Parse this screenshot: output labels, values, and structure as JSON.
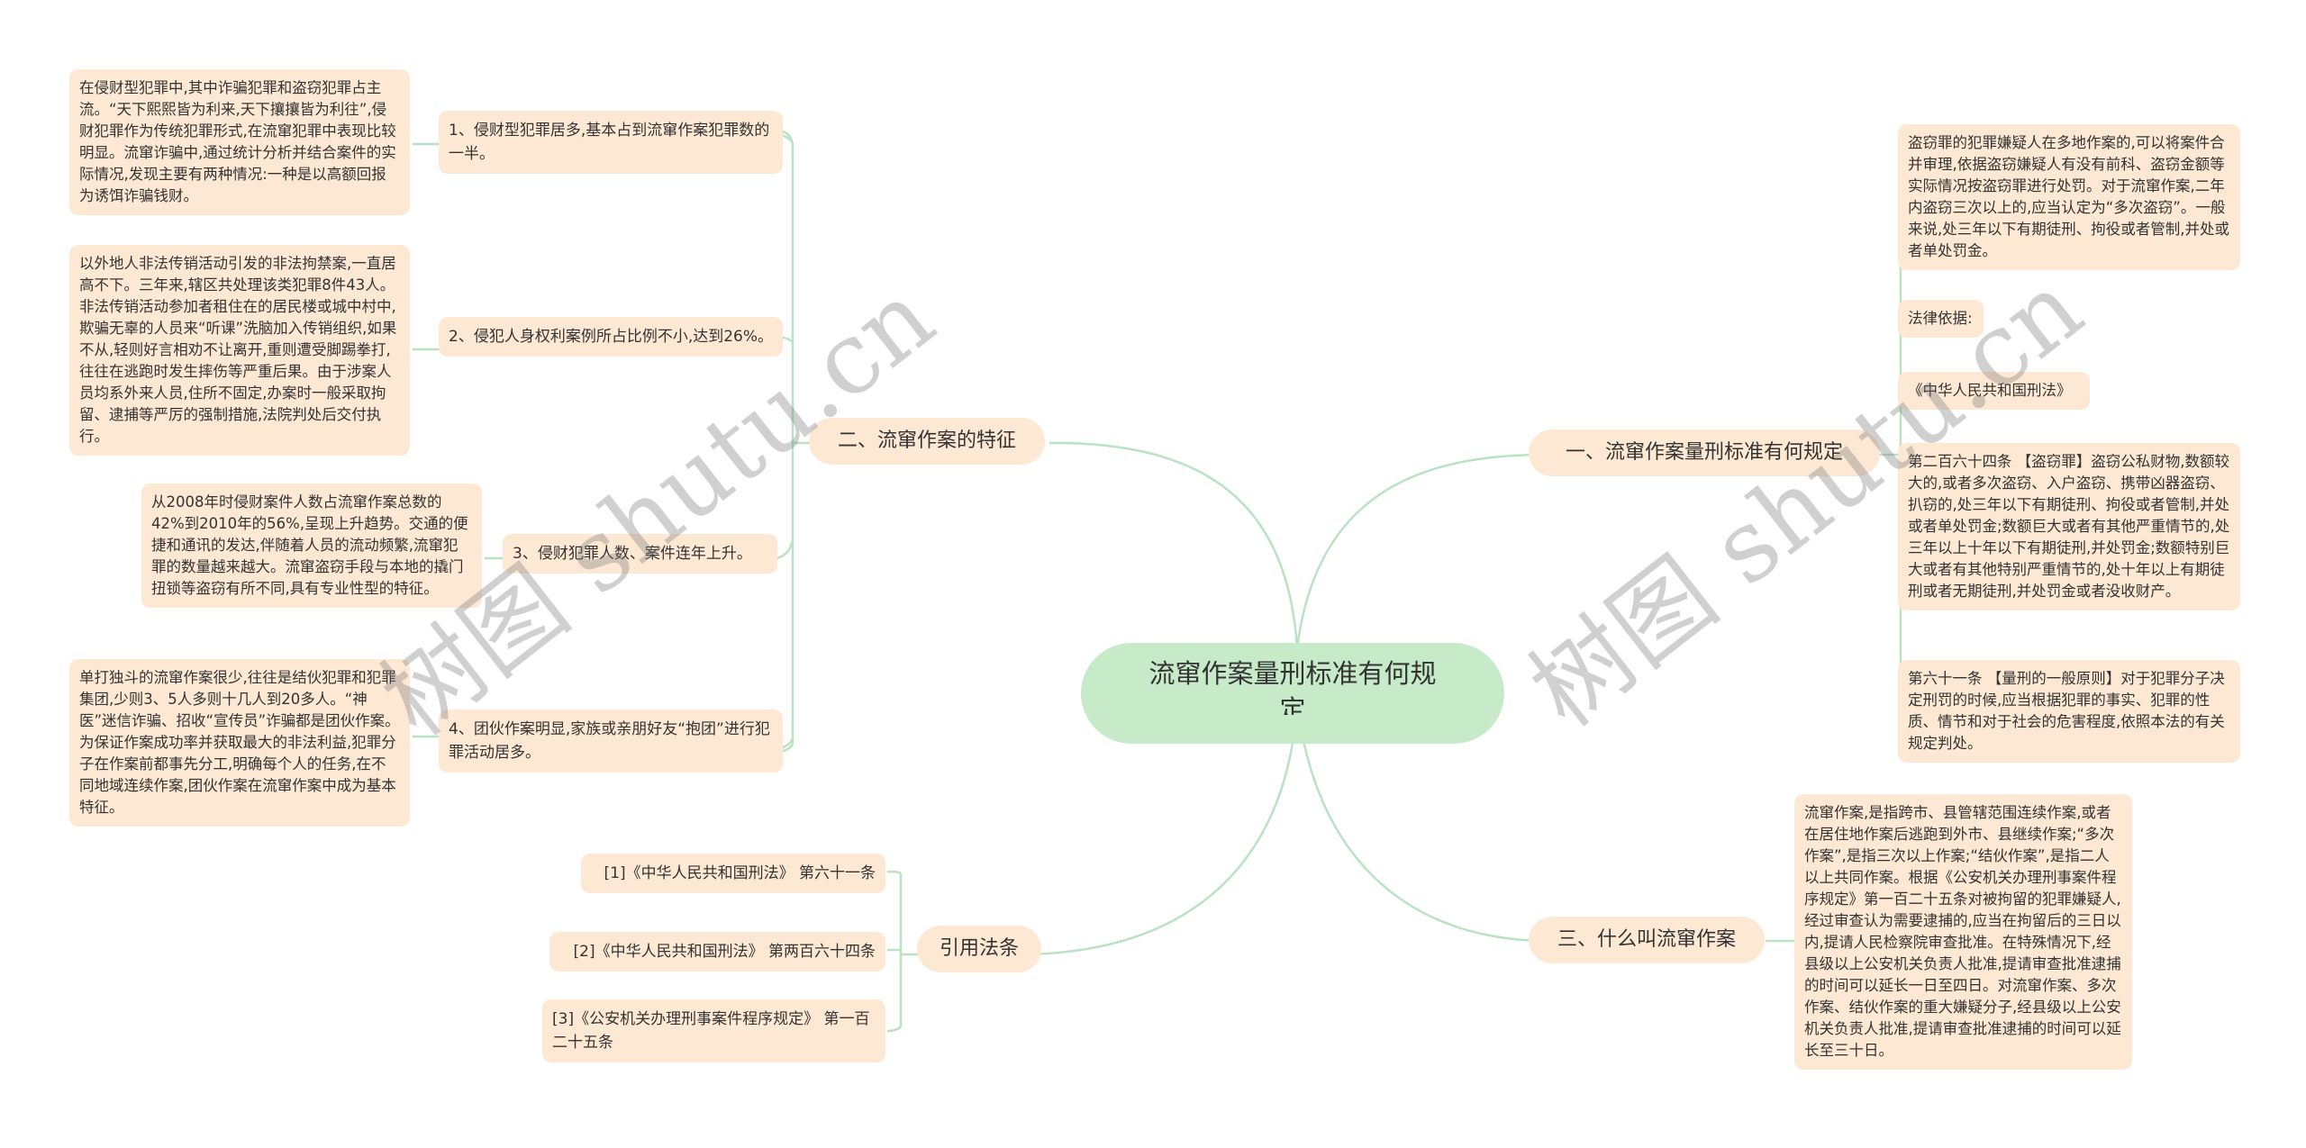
{
  "root": {
    "title_line1": "流窜作案量刑标准有何规",
    "title_line2": "定"
  },
  "branches": {
    "b1": {
      "label": "一、流窜作案量刑标准有何规定",
      "children": [
        "盗窃罪的犯罪嫌疑人在多地作案的,可以将案件合并审理,依据盗窃嫌疑人有没有前科、盗窃金额等实际情况按盗窃罪进行处罚。对于流窜作案,二年内盗窃三次以上的,应当认定为“多次盗窃”。一般来说,处三年以下有期徒刑、拘役或者管制,并处或者单处罚金。",
        "法律依据:",
        "《中华人民共和国刑法》",
        "第二百六十四条 【盗窃罪】盗窃公私财物,数额较大的,或者多次盗窃、入户盗窃、携带凶器盗窃、扒窃的,处三年以下有期徒刑、拘役或者管制,并处或者单处罚金;数额巨大或者有其他严重情节的,处三年以上十年以下有期徒刑,并处罚金;数额特别巨大或者有其他特别严重情节的,处十年以上有期徒刑或者无期徒刑,并处罚金或者没收财产。",
        "第六十一条 【量刑的一般原则】对于犯罪分子决定刑罚的时候,应当根据犯罪的事实、犯罪的性质、情节和对于社会的危害程度,依照本法的有关规定判处。"
      ]
    },
    "b2": {
      "label": "二、流窜作案的特征",
      "items": [
        {
          "label": "1、侵财型犯罪居多,基本占到流窜作案犯罪数的一半。",
          "detail": "在侵财型犯罪中,其中诈骗犯罪和盗窃犯罪占主流。“天下熙熙皆为利来,天下攘攘皆为利往”,侵财犯罪作为传统犯罪形式,在流窜犯罪中表现比较明显。流窜诈骗中,通过统计分析并结合案件的实际情况,发现主要有两种情况:一种是以高额回报为诱饵诈骗钱财。"
        },
        {
          "label": "2、侵犯人身权利案例所占比例不小,达到26%。",
          "detail": "以外地人非法传销活动引发的非法拘禁案,一直居高不下。三年来,辖区共处理该类犯罪8件43人。非法传销活动参加者租住在的居民楼或城中村中,欺骗无辜的人员来“听课”洗脑加入传销组织,如果不从,轻则好言相劝不让离开,重则遭受脚踢拳打,往往在逃跑时发生摔伤等严重后果。由于涉案人员均系外来人员,住所不固定,办案时一般采取拘留、逮捕等严厉的强制措施,法院判处后交付执行。"
        },
        {
          "label": "3、侵财犯罪人数、案件连年上升。",
          "detail": "从2008年时侵财案件人数占流窜作案总数的42%到2010年的56%,呈现上升趋势。交通的便捷和通讯的发达,伴随着人员的流动频繁,流窜犯罪的数量越来越大。流窜盗窃手段与本地的撬门扭锁等盗窃有所不同,具有专业性型的特征。"
        },
        {
          "label": "4、团伙作案明显,家族或亲朋好友“抱团”进行犯罪活动居多。",
          "detail": "单打独斗的流窜作案很少,往往是结伙犯罪和犯罪集团,少则3、5人多则十几人到20多人。“神医”迷信诈骗、招收“宣传员”诈骗都是团伙作案。为保证作案成功率并获取最大的非法利益,犯罪分子在作案前都事先分工,明确每个人的任务,在不同地域连续作案,团伙作案在流窜作案中成为基本特征。"
        }
      ]
    },
    "b3": {
      "label": "三、什么叫流窜作案",
      "children": [
        "流窜作案,是指跨市、县管辖范围连续作案,或者在居住地作案后逃跑到外市、县继续作案;“多次作案”,是指三次以上作案;“结伙作案”,是指二人以上共同作案。根据《公安机关办理刑事案件程序规定》第一百二十五条对被拘留的犯罪嫌疑人,经过审查认为需要逮捕的,应当在拘留后的三日以内,提请人民检察院审查批准。在特殊情况下,经县级以上公安机关负责人批准,提请审查批准逮捕的时间可以延长一日至四日。对流窜作案、多次作案、结伙作案的重大嫌疑分子,经县级以上公安机关负责人批准,提请审查批准逮捕的时间可以延长至三十日。"
      ]
    },
    "b4": {
      "label": "引用法条",
      "children": [
        "[1]《中华人民共和国刑法》 第六十一条",
        "[2]《中华人民共和国刑法》 第两百六十四条",
        "[3]《公安机关办理刑事案件程序规定》 第一百二十五条"
      ]
    }
  },
  "watermarks": [
    "树图 shutu.cn",
    "树图 shutu.cn"
  ],
  "colors": {
    "root_fill": "#c7ebc9",
    "node_fill": "#fde9d3",
    "line": "#b9e3c0",
    "text": "#333333"
  }
}
